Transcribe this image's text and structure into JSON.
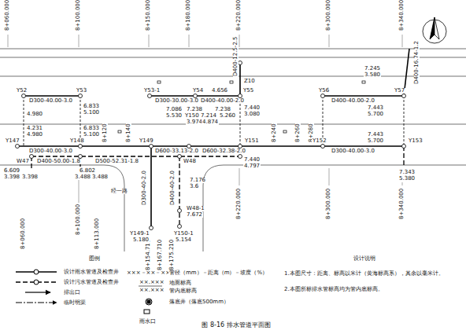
{
  "diagram": {
    "caption": "图 8-16 排水管道平面图",
    "labels": [
      "8+060.000",
      "8+100.000",
      "8+150.000",
      "8+180.000",
      "8+220.000",
      "8+300.000",
      "8+340.000",
      "8+060.000",
      "8+100.000",
      "8+113.000",
      "8+154.710",
      "8+167.710",
      "8+175.210",
      "8+220.000",
      "8+300.000",
      "8+340.000",
      "Y52",
      "D300-40.00-3.0",
      "Y53",
      "4.980",
      "6.833",
      "5.100",
      "Y53-1",
      "D300-30.00-3.0",
      "Y54",
      "D400-40.00-2.0",
      "Y55",
      "Z10",
      "D400-12.5-2.5",
      "4.656",
      "7.086",
      "5.530",
      "7.238",
      "Y150",
      "7.214",
      "3.974",
      "4.874",
      "7.238",
      "5.260",
      "7.440",
      "3.080",
      "Y56",
      "D400-40.00-2.0",
      "Y57",
      "D400-16.74-1.2",
      "7.245",
      "3.580",
      "7.443",
      "5.700",
      "4.231",
      "4.980",
      "6.833",
      "5.100",
      "8+120",
      "8+140",
      "8+240",
      "8+260",
      "8+280",
      "Y147",
      "D300-40.00-3.0",
      "Y148",
      "Y149",
      "D600-33.13-2.0",
      "W48",
      "D600-32.38-2.0",
      "Y151",
      "7.443",
      "5.700",
      "Y152",
      "D300-40.00-3.0",
      "Y153",
      "W47",
      "D400-50.00-1.8",
      "D500-52.31-1.8",
      "7.440",
      "4.797",
      "7.343",
      "5.380",
      "6.609",
      "3.398",
      "3.398",
      "6.802",
      "3.488",
      "3.488",
      "D300-40-2.0",
      "D400-40-2.0",
      "经一路",
      "7.176",
      "3.6",
      "W48-1",
      "7.672",
      "Y149-1",
      "5.180",
      "Y150-1",
      "5.154",
      "图例",
      "×××－××－××",
      "管径（mm）－距离（m）－坡度（%）",
      "××.×××",
      "××.×××",
      "地面标高",
      "管内底标高",
      "设计说明",
      "1.本图尺寸：距离、标高以米计（黄海标高系），其余以毫米计。",
      "2.本图所标排水管标高均为管内底标高。"
    ],
    "legend": [
      {
        "text": "设计雨水管道及检查井"
      },
      {
        "text": "设计污水管道及检查井"
      },
      {
        "text": "排出口"
      },
      {
        "text": "临时明渠"
      },
      {
        "text": "落底井（落底500mm）"
      },
      {
        "text": "雨水口"
      }
    ]
  }
}
